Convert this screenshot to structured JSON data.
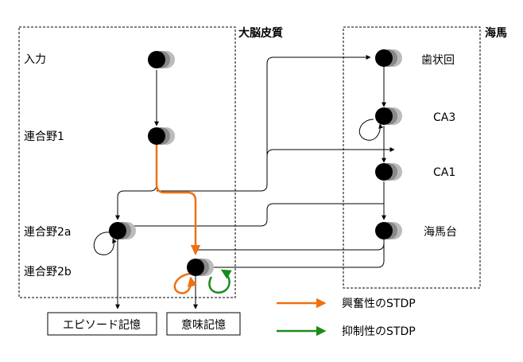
{
  "cortex": {
    "title": "大脳皮質"
  },
  "hippocampus": {
    "title": "海馬"
  },
  "nodes": {
    "input": "入力",
    "assoc1": "連合野1",
    "assoc2a": "連合野2a",
    "assoc2b": "連合野2b",
    "dentate": "歯状回",
    "ca3": "CA3",
    "ca1": "CA1",
    "subiculum": "海馬台"
  },
  "outputs": {
    "episodic": "エピソード記憶",
    "semantic": "意味記憶"
  },
  "legend": {
    "excitatory": "興奮性のSTDP",
    "inhibitory": "抑制性のSTDP"
  },
  "colors": {
    "excitatory": "#f07010",
    "inhibitory": "#1a8a1a",
    "neuron": "#000000",
    "shadow": "#999999"
  }
}
